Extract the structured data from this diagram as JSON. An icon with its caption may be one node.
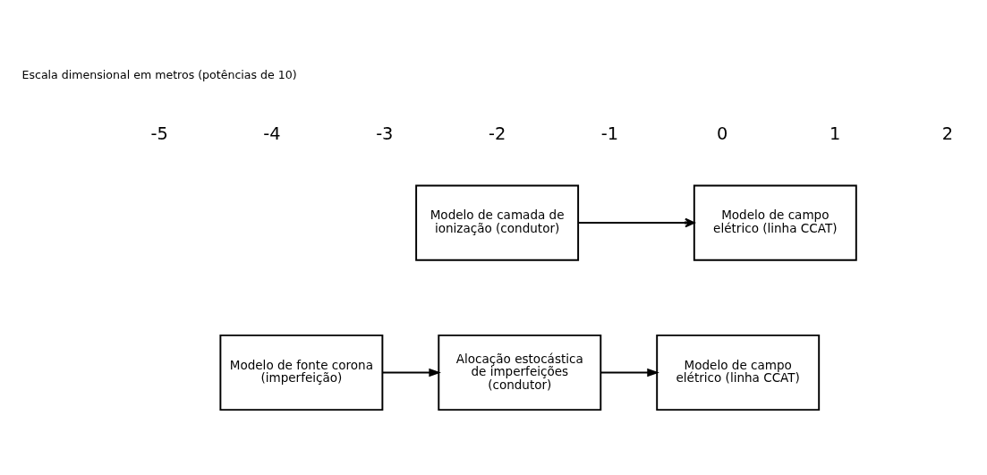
{
  "diagram": {
    "nodes": [
      {
        "text": [
          "Modelo de camada de ionização (condutor)"
        ]
      },
      {
        "text": [
          "Modelo de campo elétrico (linha CCAT)"
        ]
      },
      {
        "text": [
          "Modelo de fonte corona (imperfeição)"
        ]
      },
      {
        "text": [
          "Alocação estocástica de imperfeições (condutor)"
        ]
      },
      {
        "text": [
          "Modelo de campo elétrico (linha CCAT)"
        ]
      }
    ],
    "edges": [
      {
        "from": 0,
        "to": 1,
        "arrow": "to"
      },
      {
        "from": 2,
        "to": 3,
        "arrow": "to"
      },
      {
        "from": 3,
        "to": 4,
        "arrow": "to"
      }
    ],
    "labels": [
      "Escala dimensional em metros (potências de 10)",
      "-5",
      "-4",
      "-3",
      "-2",
      "-1",
      "0",
      "1",
      "2"
    ]
  }
}
